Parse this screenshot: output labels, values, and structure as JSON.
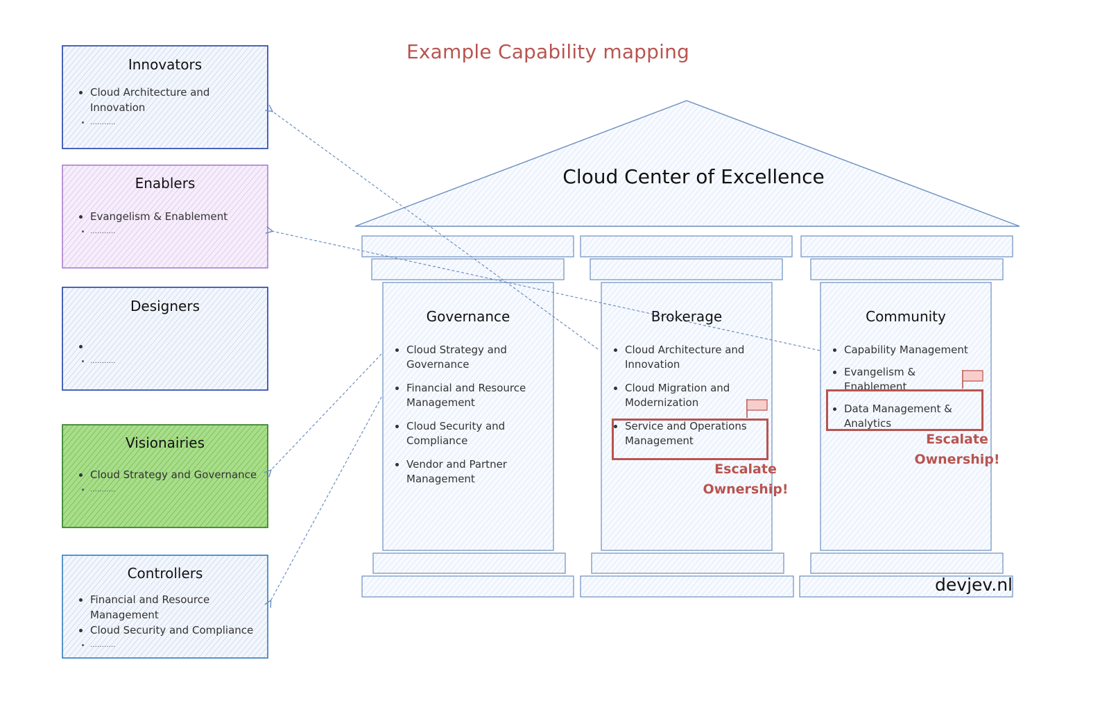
{
  "title": "Example Capability mapping",
  "roof_title": "Cloud Center of Excellence",
  "brand": "devjev.nl",
  "personas": [
    {
      "name": "Innovators",
      "items": [
        "Cloud Architecture and Innovation",
        "……….."
      ],
      "color": "#dae8fc",
      "border": "#1f3ea8"
    },
    {
      "name": "Enablers",
      "items": [
        "Evangelism & Enablement",
        "……….."
      ],
      "color": "#e1d5e7",
      "border": "#9f6bc7"
    },
    {
      "name": "Designers",
      "items": [
        "",
        "……….."
      ],
      "color": "#dae8fc",
      "border": "#1f3ea8"
    },
    {
      "name": "Visionairies",
      "items": [
        "Cloud Strategy and Governance",
        "……….."
      ],
      "color": "#8bd06a",
      "border": "#2d7a1f"
    },
    {
      "name": "Controllers",
      "items": [
        "Financial and Resource Management",
        "Cloud Security and Compliance",
        "……….."
      ],
      "color": "#dae8fc",
      "border": "#2f7ac0"
    }
  ],
  "pillars": [
    {
      "name": "Governance",
      "items": [
        "Cloud Strategy and Governance",
        "Financial and Resource Management",
        "Cloud Security and Compliance",
        "Vendor and Partner Management"
      ]
    },
    {
      "name": "Brokerage",
      "items": [
        "Cloud Architecture and Innovation",
        "Cloud Migration and Modernization",
        "Service and Operations Management"
      ]
    },
    {
      "name": "Community",
      "items": [
        "Capability Management",
        "Evangelism & Enablement",
        "Data Management & Analytics"
      ]
    }
  ],
  "escalations": [
    {
      "text_line1": "Escalate",
      "text_line2": "Ownership!"
    },
    {
      "text_line1": "Escalate",
      "text_line2": "Ownership!"
    }
  ],
  "colors": {
    "accent": "#b85450",
    "temple_stroke": "#6c8ebf",
    "temple_fill": "#dae8fc",
    "arrow": "#6c8ebf"
  }
}
